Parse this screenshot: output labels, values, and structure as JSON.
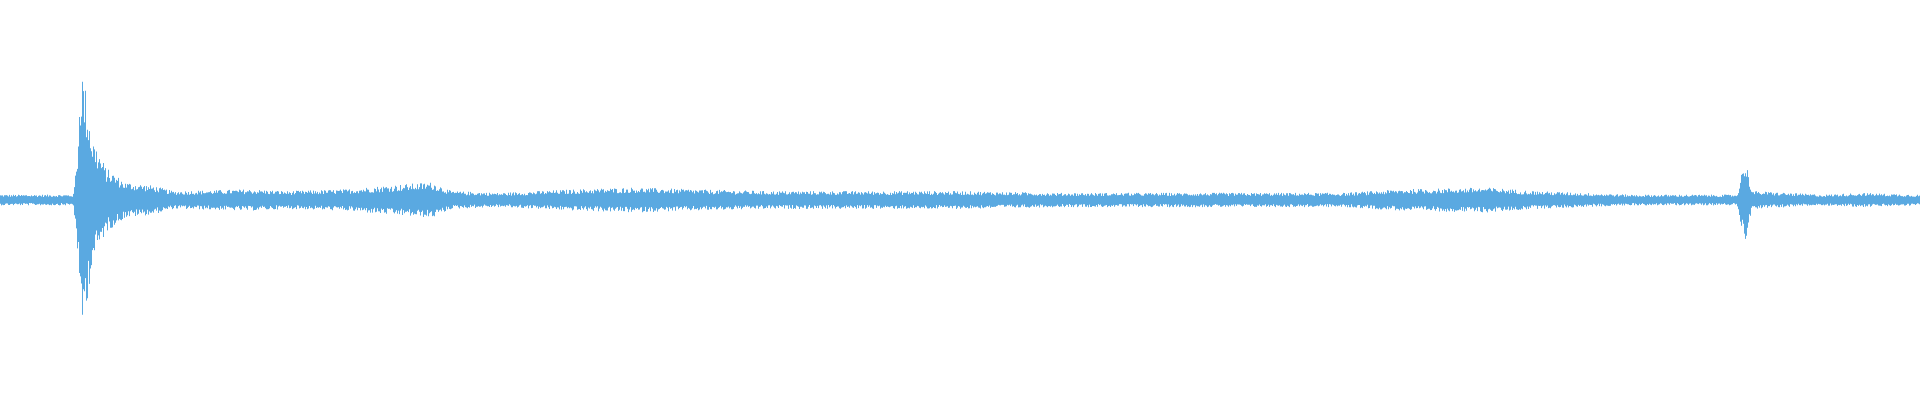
{
  "waveform": {
    "color": "#5aa9e1",
    "background": "#ffffff",
    "envelope": [
      {
        "t": 0.0,
        "a": 0.03
      },
      {
        "t": 0.038,
        "a": 0.03
      },
      {
        "t": 0.04,
        "a": 0.25
      },
      {
        "t": 0.042,
        "a": 0.78
      },
      {
        "t": 0.044,
        "a": 0.65
      },
      {
        "t": 0.048,
        "a": 0.35
      },
      {
        "t": 0.055,
        "a": 0.18
      },
      {
        "t": 0.065,
        "a": 0.1
      },
      {
        "t": 0.08,
        "a": 0.08
      },
      {
        "t": 0.09,
        "a": 0.05
      },
      {
        "t": 0.13,
        "a": 0.06
      },
      {
        "t": 0.15,
        "a": 0.05
      },
      {
        "t": 0.18,
        "a": 0.06
      },
      {
        "t": 0.2,
        "a": 0.08
      },
      {
        "t": 0.225,
        "a": 0.1
      },
      {
        "t": 0.235,
        "a": 0.05
      },
      {
        "t": 0.26,
        "a": 0.04
      },
      {
        "t": 0.3,
        "a": 0.06
      },
      {
        "t": 0.33,
        "a": 0.07
      },
      {
        "t": 0.36,
        "a": 0.06
      },
      {
        "t": 0.4,
        "a": 0.05
      },
      {
        "t": 0.45,
        "a": 0.05
      },
      {
        "t": 0.5,
        "a": 0.05
      },
      {
        "t": 0.55,
        "a": 0.04
      },
      {
        "t": 0.6,
        "a": 0.04
      },
      {
        "t": 0.65,
        "a": 0.04
      },
      {
        "t": 0.7,
        "a": 0.04
      },
      {
        "t": 0.73,
        "a": 0.06
      },
      {
        "t": 0.775,
        "a": 0.07
      },
      {
        "t": 0.8,
        "a": 0.05
      },
      {
        "t": 0.85,
        "a": 0.03
      },
      {
        "t": 0.905,
        "a": 0.03
      },
      {
        "t": 0.909,
        "a": 0.24
      },
      {
        "t": 0.913,
        "a": 0.05
      },
      {
        "t": 0.95,
        "a": 0.03
      },
      {
        "t": 0.97,
        "a": 0.04
      },
      {
        "t": 1.0,
        "a": 0.03
      }
    ]
  }
}
